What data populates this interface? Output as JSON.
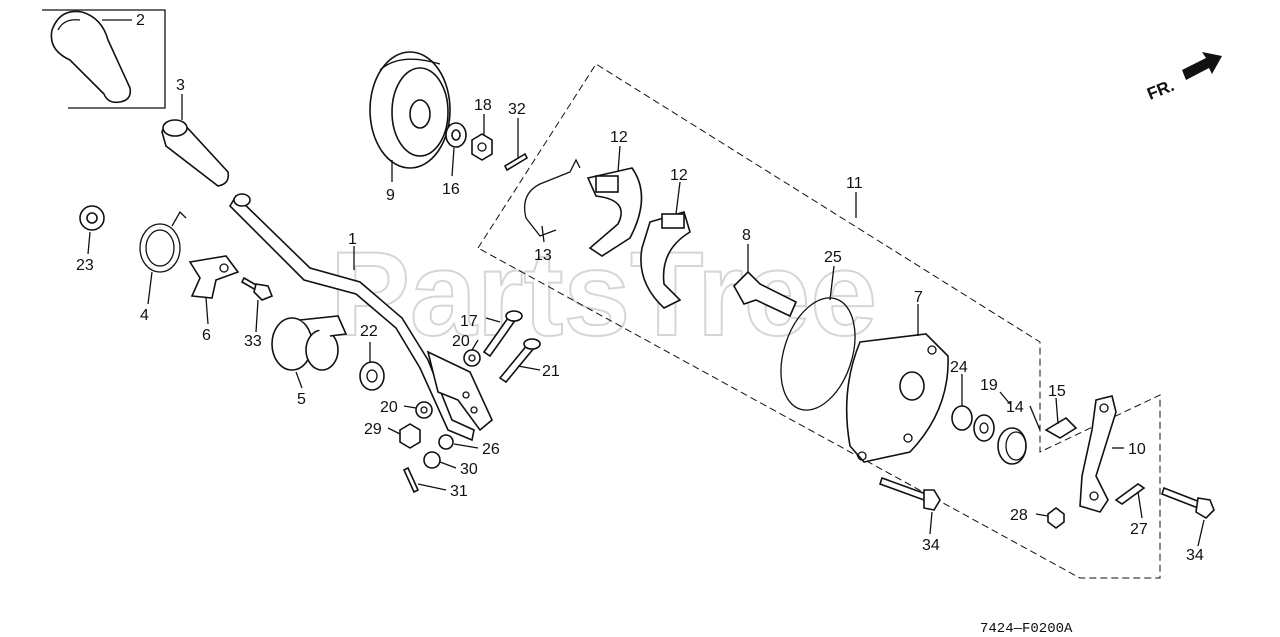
{
  "watermark": "PartsTree",
  "direction_label": "FR.",
  "figure_code": "7424—F0200A",
  "part_labels": [
    "1",
    "2",
    "3",
    "4",
    "5",
    "6",
    "7",
    "8",
    "9",
    "10",
    "11",
    "12",
    "12",
    "13",
    "14",
    "15",
    "16",
    "17",
    "18",
    "19",
    "20",
    "20",
    "21",
    "22",
    "23",
    "24",
    "25",
    "26",
    "27",
    "28",
    "29",
    "30",
    "31",
    "32",
    "33",
    "34",
    "34"
  ]
}
